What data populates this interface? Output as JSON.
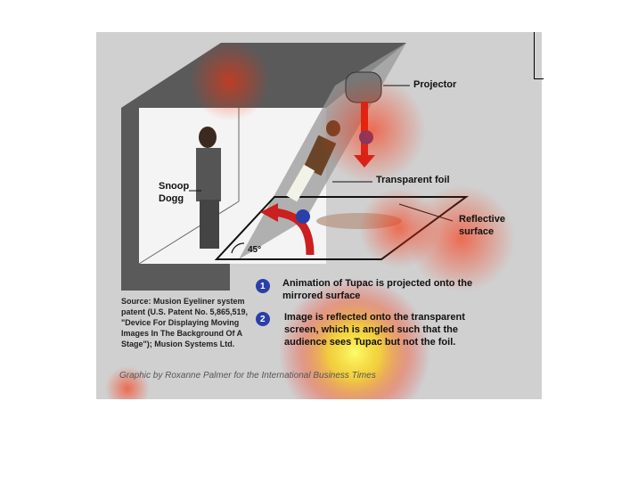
{
  "labels": {
    "projector": "Projector",
    "foil": "Transparent foil",
    "snoop_line1": "Snoop",
    "snoop_line2": "Dogg",
    "reflective_line1": "Reflective",
    "reflective_line2": "surface",
    "angle": "45°"
  },
  "steps": [
    {
      "number": "1",
      "text": "Animation of Tupac is projected onto the mirrored surface"
    },
    {
      "number": "2",
      "text": "Image is reflected onto the transparent screen, which is angled such that the audience sees Tupac but not the foil."
    }
  ],
  "source": "Source: Musion Eyeliner system patent (U.S. Patent No. 5,865,519, \"Device For Displaying Moving Images In The Background Of A Stage\"); Musion Systems Ltd.",
  "credit": "Graphic by Roxanne Palmer for the International Business Times",
  "colors": {
    "accent_red": "#cc1f1f",
    "badge_blue": "#2a3fa8",
    "stage_dark": "#555555"
  }
}
